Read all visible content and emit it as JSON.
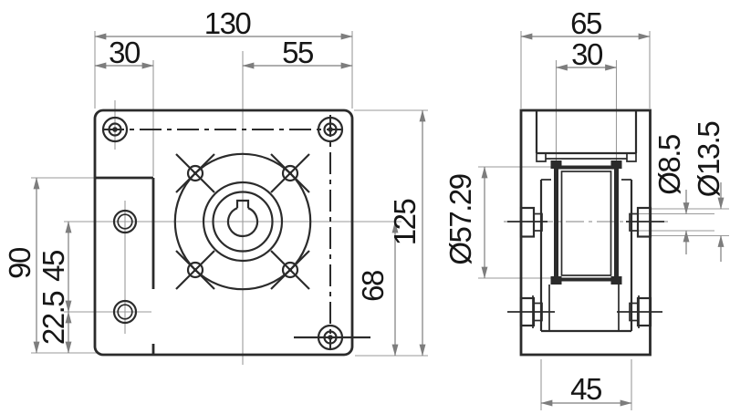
{
  "page": {
    "kind": "technical-dimension-drawing",
    "background": "#ffffff"
  },
  "colors": {
    "line_dark": "#2b2b2b",
    "line_gray": "#9a9a9a",
    "dim_line": "#7d7d7d",
    "text": "#161616"
  },
  "front_view": {
    "dimensions": {
      "overall_width": "130",
      "step_width": "30",
      "center_to_right_edge": "55",
      "overall_height": "125",
      "axis_height": "68",
      "flange_height": "90",
      "side_hole_spacing": "45",
      "side_hole_bottom_offset": "22.5"
    }
  },
  "side_view": {
    "dimensions": {
      "overall_depth": "65",
      "hub_width": "30",
      "pilot_diameter": "Ø57.29",
      "side_hole_diameter": "Ø8.5",
      "side_hole_counterbore": "Ø13.5",
      "base_depth": "45"
    }
  }
}
